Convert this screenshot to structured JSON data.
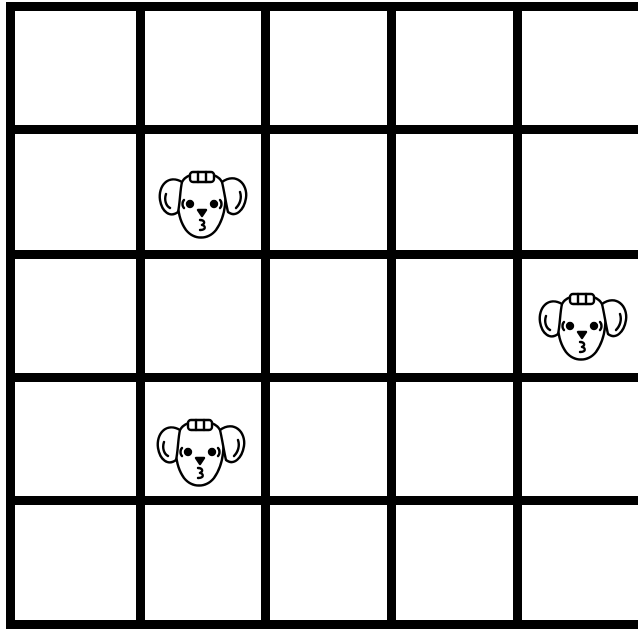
{
  "board": {
    "rows": 5,
    "cols": 5,
    "line_color": "#000000",
    "cell_color": "#ffffff"
  },
  "pieces": [
    {
      "type": "dog-face",
      "row": 1,
      "col": 1
    },
    {
      "type": "dog-face",
      "row": 2,
      "col": 4
    },
    {
      "type": "dog-face",
      "row": 3,
      "col": 1
    }
  ]
}
